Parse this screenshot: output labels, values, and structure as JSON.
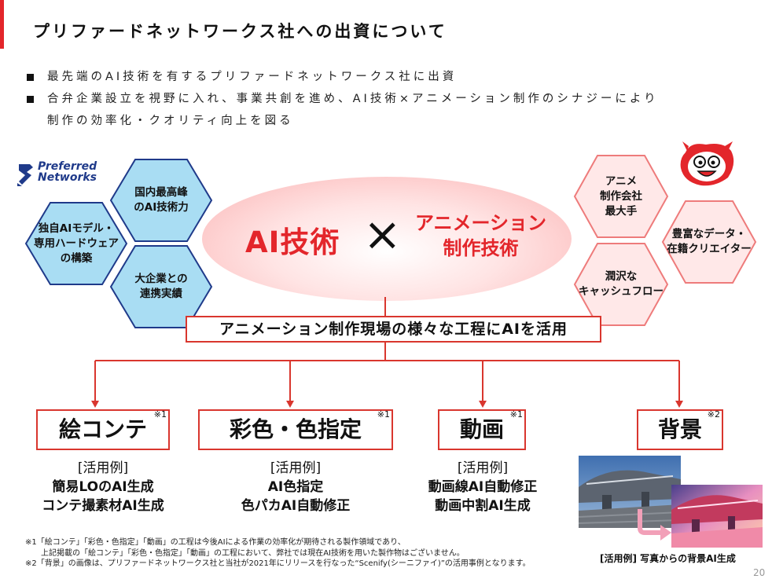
{
  "title": "プリファードネットワークス社への出資について",
  "bullets": [
    "最先端のAI技術を有するプリファードネットワークス社に出資",
    "合弁企業設立を視野に入れ、事業共創を進め、AI技術×アニメーション制作のシナジーにより",
    "制作の効率化・クオリティ向上を図る"
  ],
  "pfn_logo": {
    "line1": "Preferred",
    "line2": "Networks"
  },
  "left_hexes": [
    {
      "line1": "国内最高峰",
      "line2": "のAI技術力",
      "line3": ""
    },
    {
      "line1": "独自AIモデル・",
      "line2": "専用ハードウェア",
      "line3": "の構築"
    },
    {
      "line1": "大企業との",
      "line2": "連携実績",
      "line3": ""
    }
  ],
  "right_hexes": [
    {
      "line1": "アニメ",
      "line2": "制作会社",
      "line3": "最大手"
    },
    {
      "line1": "豊富なデータ・",
      "line2": "在籍クリエイター",
      "line3": ""
    },
    {
      "line1": "潤沢な",
      "line2": "キャッシュフロー",
      "line3": ""
    }
  ],
  "center": {
    "ai": "AI技術",
    "times": "×",
    "anime_line1": "アニメーション",
    "anime_line2": "制作技術"
  },
  "banner": "アニメーション制作現場の様々な工程にAIを活用",
  "processes": [
    {
      "label": "絵コンテ",
      "mark": "※1",
      "example_head": "[活用例]",
      "example_line1": "簡易LOのAI生成",
      "example_line2": "コンテ撮素材AI生成"
    },
    {
      "label": "彩色・色指定",
      "mark": "※1",
      "example_head": "[活用例]",
      "example_line1": "AI色指定",
      "example_line2": "色パカAI自動修正"
    },
    {
      "label": "動画",
      "mark": "※1",
      "example_head": "[活用例]",
      "example_line1": "動画線AI自動修正",
      "example_line2": "動画中割AI生成"
    },
    {
      "label": "背景",
      "mark": "※2",
      "example_head": "",
      "example_line1": "",
      "example_line2": ""
    }
  ],
  "background_caption": "[活用例] 写真からの背景AI生成",
  "notes": [
    "※1「絵コンテ」「彩色・色指定」「動画」の工程は今後AIによる作業の効率化が期待される製作領域であり、",
    "　　上記掲載の「絵コンテ」「彩色・色指定」「動画」の工程において、弊社では現在AI技術を用いた製作物はございません。",
    "※2「背景」の画像は、プリファードネットワークス社と当社が2021年にリリースを行なった“Scenify(シーニファイ)”の活用事例となります。"
  ],
  "page_number": "20",
  "colors": {
    "accent": "#e3262b",
    "blue_hex": "#a9ddf3",
    "blue_stroke": "#1f3a8a",
    "pink_hex": "#ffe8e8",
    "pink_stroke": "#ee7b7b"
  }
}
